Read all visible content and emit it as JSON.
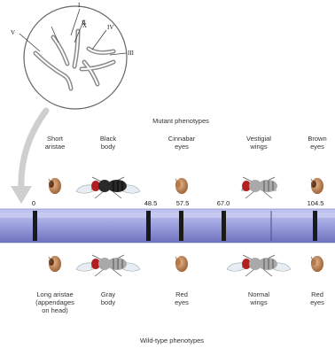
{
  "headings": {
    "mutant": "Mutant phenotypes",
    "wild": "Wild-type phenotypes"
  },
  "chromosomes": {
    "labels": [
      "I",
      "II",
      "III",
      "IV",
      "V",
      "X"
    ]
  },
  "loci": [
    {
      "position": "0",
      "mutant": "Short\naristae",
      "wild": "Long aristae\n(appendages\non head)",
      "mutant_glyph": "eye-small",
      "wild_glyph": "eye-small"
    },
    {
      "position": "48.5",
      "mutant": "Black\nbody",
      "wild": "Gray\nbody",
      "mutant_glyph": "fly-black",
      "wild_glyph": "fly-gray"
    },
    {
      "position": "57.5",
      "mutant": "Cinnabar\neyes",
      "wild": "Red\neyes",
      "mutant_glyph": "eye-cinnabar",
      "wild_glyph": "eye-red"
    },
    {
      "position": "67.0",
      "mutant": "Vestigial\nwings",
      "wild": "Normal\nwings",
      "mutant_glyph": "fly-vestigial",
      "wild_glyph": "fly-normal"
    },
    {
      "position": "104.5",
      "mutant": "Brown\neyes",
      "wild": "Red\neyes",
      "mutant_glyph": "eye-brown",
      "wild_glyph": "eye-red"
    }
  ],
  "colors": {
    "chromosome": "#9ba0dc",
    "chromosome_dark": "#6b70b8",
    "band": "#1a1a1a",
    "arrow": "#c9c9c9",
    "eye": "#c48a5a",
    "eye_dark": "#7a4a2a"
  }
}
